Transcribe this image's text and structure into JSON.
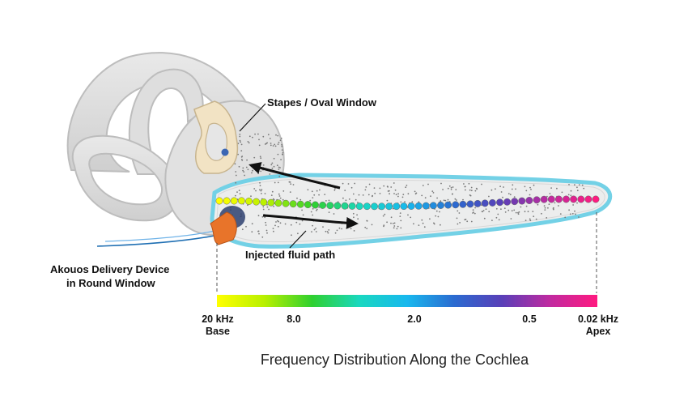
{
  "labels": {
    "stapes": "Stapes / Oval Window",
    "fluid_path": "Injected fluid path",
    "device_line1": "Akouos Delivery Device",
    "device_line2": "in Round Window"
  },
  "scale": {
    "base_freq": "20 kHz",
    "base_word": "Base",
    "apex_freq": "0.02 kHz",
    "apex_word": "Apex",
    "ticks": [
      "8.0",
      "2.0",
      "0.5"
    ],
    "gradient_colors": [
      "#ffff00",
      "#b8f000",
      "#2fd02f",
      "#19d8c0",
      "#18b8ee",
      "#2b6ad0",
      "#5a3fb8",
      "#c02aa0",
      "#ff1a80"
    ]
  },
  "caption": "Frequency Distribution Along the Cochlea",
  "colors": {
    "bone_fill": "#d9d9d9",
    "bone_stroke": "#bdbdbd",
    "cochlea_edge": "#73d1e6",
    "stapes": "#f2e3c4",
    "round_window": "#2e3f6e",
    "device_tip": "#e8742a",
    "device_line": "#1f6fb3"
  },
  "icons": [
    "arrow-left-icon",
    "arrow-right-icon"
  ]
}
